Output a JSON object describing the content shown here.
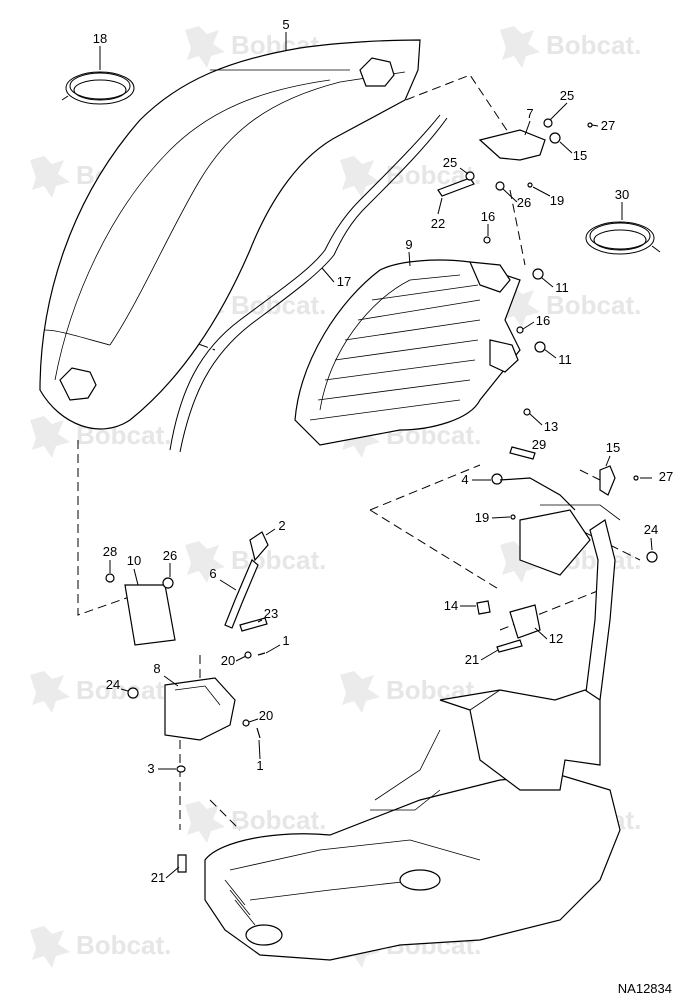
{
  "drawing": {
    "reference": "NA12834",
    "watermark_text": "Bobcat.",
    "callouts": [
      {
        "id": "c18",
        "label": "18"
      },
      {
        "id": "c5",
        "label": "5"
      },
      {
        "id": "c7",
        "label": "7"
      },
      {
        "id": "c25a",
        "label": "25"
      },
      {
        "id": "c27a",
        "label": "27"
      },
      {
        "id": "c15a",
        "label": "15"
      },
      {
        "id": "c25b",
        "label": "25"
      },
      {
        "id": "c26a",
        "label": "26"
      },
      {
        "id": "c19a",
        "label": "19"
      },
      {
        "id": "c22",
        "label": "22"
      },
      {
        "id": "c16a",
        "label": "16"
      },
      {
        "id": "c30",
        "label": "30"
      },
      {
        "id": "c9",
        "label": "9"
      },
      {
        "id": "c17",
        "label": "17"
      },
      {
        "id": "c11a",
        "label": "11"
      },
      {
        "id": "c16b",
        "label": "16"
      },
      {
        "id": "c11b",
        "label": "11"
      },
      {
        "id": "c13",
        "label": "13"
      },
      {
        "id": "c29",
        "label": "29"
      },
      {
        "id": "c15b",
        "label": "15"
      },
      {
        "id": "c4",
        "label": "4"
      },
      {
        "id": "c27b",
        "label": "27"
      },
      {
        "id": "c19b",
        "label": "19"
      },
      {
        "id": "c24a",
        "label": "24"
      },
      {
        "id": "c2",
        "label": "2"
      },
      {
        "id": "c28",
        "label": "28"
      },
      {
        "id": "c10",
        "label": "10"
      },
      {
        "id": "c26b",
        "label": "26"
      },
      {
        "id": "c6",
        "label": "6"
      },
      {
        "id": "c23",
        "label": "23"
      },
      {
        "id": "c1a",
        "label": "1"
      },
      {
        "id": "c20a",
        "label": "20"
      },
      {
        "id": "c14",
        "label": "14"
      },
      {
        "id": "c12",
        "label": "12"
      },
      {
        "id": "c21a",
        "label": "21"
      },
      {
        "id": "c8",
        "label": "8"
      },
      {
        "id": "c24b",
        "label": "24"
      },
      {
        "id": "c20b",
        "label": "20"
      },
      {
        "id": "c1b",
        "label": "1"
      },
      {
        "id": "c3",
        "label": "3"
      },
      {
        "id": "c21b",
        "label": "21"
      }
    ]
  }
}
